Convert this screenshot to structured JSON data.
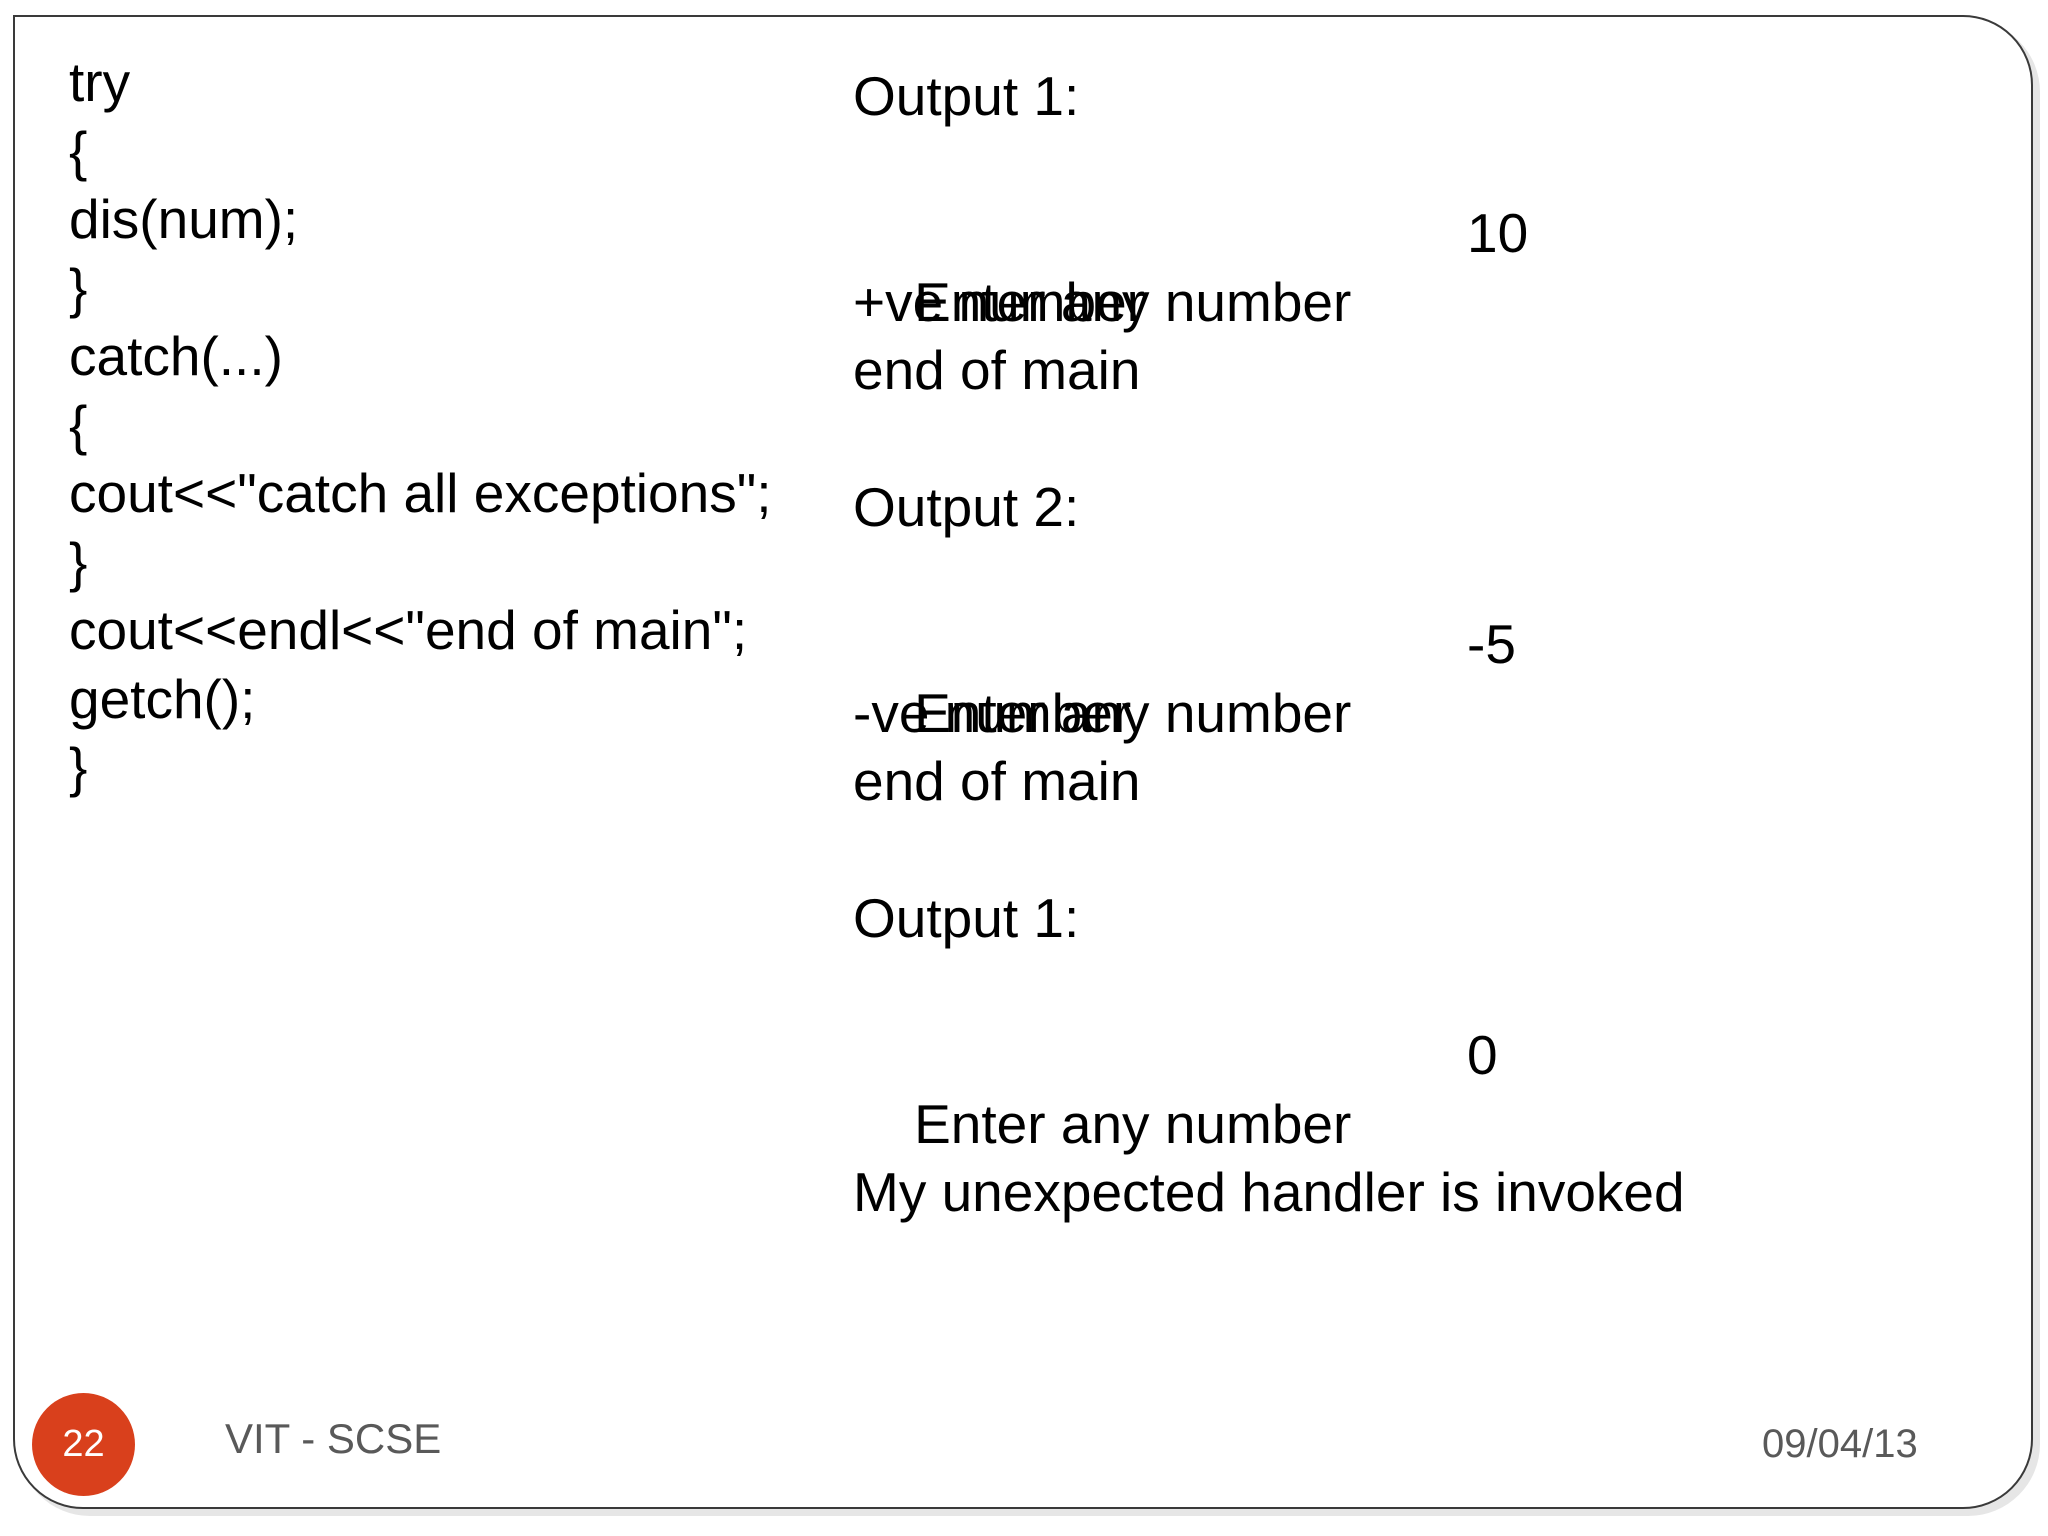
{
  "slide": {
    "code_lines": [
      "try",
      "{",
      "dis(num);",
      "}",
      "catch(...)",
      "{",
      "cout<<\"catch all exceptions\";",
      "}",
      "cout<<endl<<\"end of main\";",
      "getch();",
      "}"
    ],
    "output": {
      "block1": {
        "heading": "Output 1:",
        "prompt": "Enter any number",
        "input": "10",
        "line2": "+ve number",
        "line3": "end of main"
      },
      "block2": {
        "heading": "Output 2:",
        "prompt": "Enter any number",
        "input": "-5",
        "line2": "-ve number",
        "line3": "end of main"
      },
      "block3": {
        "heading": "Output 1:",
        "prompt": "Enter any number",
        "input": "0",
        "line2": "My unexpected handler is invoked"
      }
    }
  },
  "footer": {
    "slide_number": "22",
    "left_text": "VIT - SCSE",
    "date": "09/04/13"
  },
  "colors": {
    "slide_number_badge": "#d9401c",
    "footer_text": "#595959",
    "frame_border": "#3a3a3a"
  }
}
